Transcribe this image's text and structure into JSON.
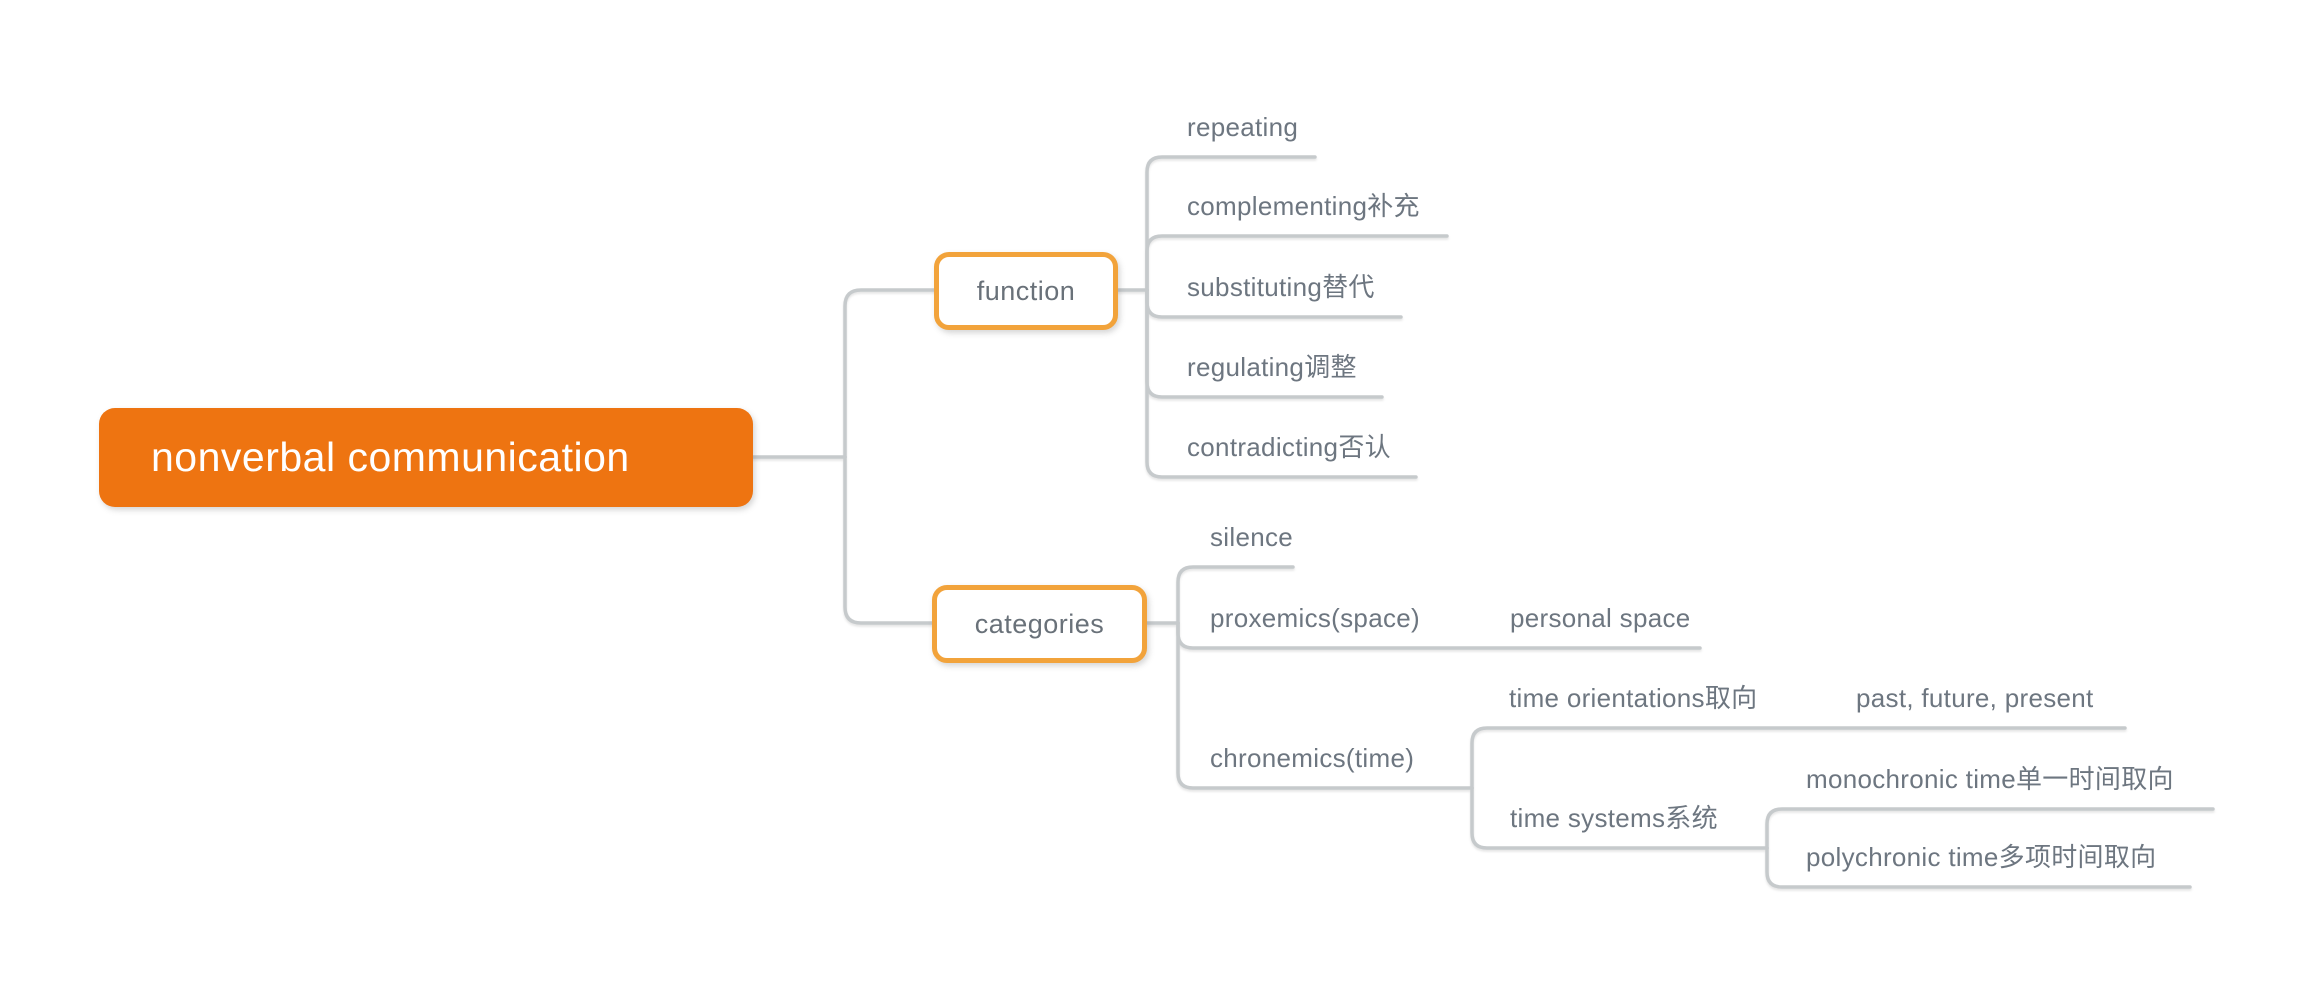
{
  "colors": {
    "root_fill": "#ee7411",
    "branch_border": "#f2a33b",
    "connector_line": "#c6cacc",
    "topic_text": "#6d7680",
    "root_text": "#ffffff",
    "background": "#ffffff"
  },
  "mindmap": {
    "root": {
      "label": "nonverbal communication"
    },
    "branches": [
      {
        "label": "function",
        "children": [
          {
            "label": "repeating"
          },
          {
            "label": "complementing补充"
          },
          {
            "label": "substituting替代"
          },
          {
            "label": "regulating调整"
          },
          {
            "label": "contradicting否认"
          }
        ]
      },
      {
        "label": "categories",
        "children": [
          {
            "label": "silence"
          },
          {
            "label": "proxemics(space)",
            "children": [
              {
                "label": "personal space"
              }
            ]
          },
          {
            "label": "chronemics(time)",
            "children": [
              {
                "label": "time orientations取向",
                "children": [
                  {
                    "label": "past, future, present"
                  }
                ]
              },
              {
                "label": "time systems系统",
                "children": [
                  {
                    "label": "monochronic time单一时间取向"
                  },
                  {
                    "label": "polychronic time多项时间取向"
                  }
                ]
              }
            ]
          }
        ]
      }
    ]
  }
}
